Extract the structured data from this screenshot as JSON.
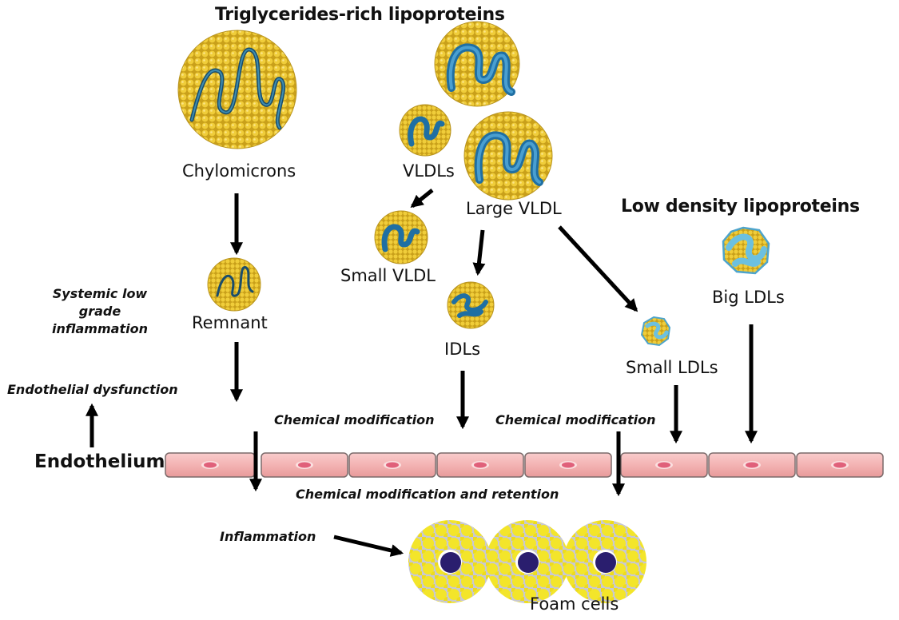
{
  "title_trl": "Triglycerides-rich lipoproteins",
  "title_ldl": "Low density lipoproteins",
  "particles": {
    "chylomicrons": "Chylomicrons",
    "remnant": "Remnant",
    "vldls": "VLDLs",
    "large_vldl": "Large VLDL",
    "small_vldl": "Small VLDL",
    "idls": "IDLs",
    "small_ldls": "Small LDLs",
    "big_ldls": "Big LDLs"
  },
  "processes": {
    "systemic_1": "Systemic low",
    "systemic_2": "grade",
    "systemic_3": "inflammation",
    "endo_dysfunction": "Endothelial dysfunction",
    "chem_mod_1": "Chemical modification",
    "chem_mod_2": "Chemical modification",
    "chem_mod_retention": "Chemical modification and retention",
    "inflammation": "Inflammation"
  },
  "endothelium_label": "Endothelium",
  "foam_cells_label": "Foam cells",
  "colors": {
    "lipid_yellow": "#e8c22a",
    "protein_blue_dark": "#1f6fa3",
    "protein_blue_light": "#6cc0e0",
    "endothelial_pink": "#f2b2b2",
    "nucleus_pink": "#e0607a",
    "foam_yellow": "#f5e626",
    "foam_nucleus": "#2a1e6e",
    "arrow": "#000000"
  }
}
